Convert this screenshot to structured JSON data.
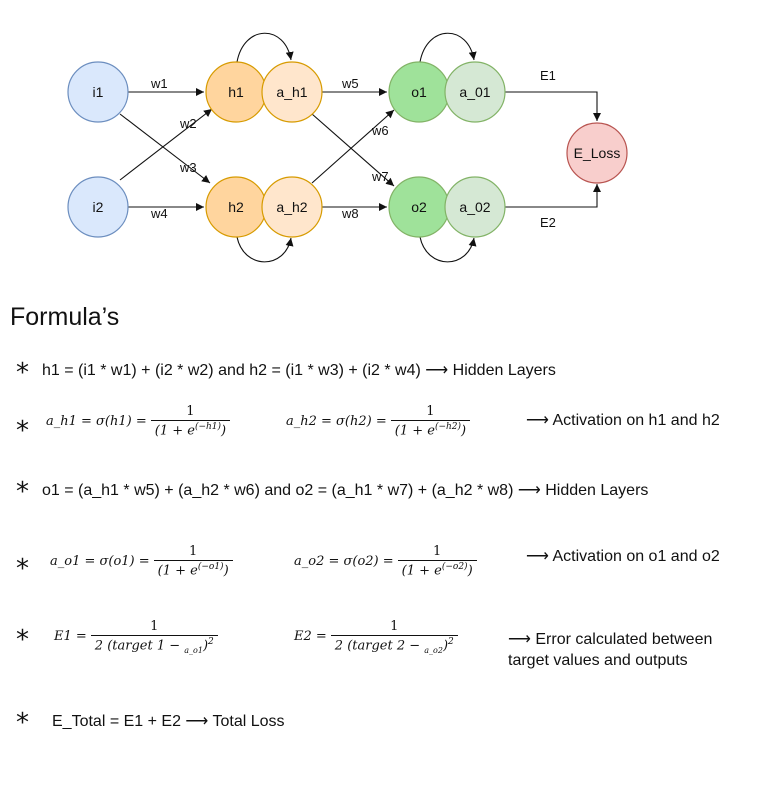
{
  "diagram": {
    "nodes": {
      "i1": "i1",
      "i2": "i2",
      "h1": "h1",
      "a_h1": "a_h1",
      "h2": "h2",
      "a_h2": "a_h2",
      "o1": "o1",
      "a_01": "a_01",
      "o2": "o2",
      "a_02": "a_02",
      "e_loss": "E_Loss"
    },
    "edges": {
      "w1": "w1",
      "w2": "w2",
      "w3": "w3",
      "w4": "w4",
      "w5": "w5",
      "w6": "w6",
      "w7": "w7",
      "w8": "w8",
      "e1": "E1",
      "e2": "E2"
    },
    "colors": {
      "input_fill": "#dae8fc",
      "input_stroke": "#6c8ebf",
      "hidden_fill": "#ffd59e",
      "hidden_act_fill": "#ffe6cc",
      "hidden_stroke": "#d79b00",
      "output_fill": "#9fe29a",
      "output_act_fill": "#d5e8d4",
      "output_stroke": "#82b366",
      "loss_fill": "#f8cecc",
      "loss_stroke": "#b85450"
    }
  },
  "heading": "Formula’s",
  "formulas": {
    "f1": {
      "bullet": "*",
      "text": "h1 = (i1 * w1) + (i2 * w2)  and   h2 = (i1 * w3) + (i2 * w4) ⟶ Hidden Layers"
    },
    "f2": {
      "bullet": "*",
      "lhs1": "a_h1 = σ(h1) =",
      "num1": "1",
      "den1_pre": "(1 + e",
      "den1_sup": "(−h1)",
      "den1_post": ")",
      "lhs2": "a_h2 = σ(h2) =",
      "num2": "1",
      "den2_pre": "(1 + e",
      "den2_sup": "(−h2)",
      "den2_post": ")",
      "note": "⟶ Activation on h1 and h2"
    },
    "f3": {
      "bullet": "*",
      "text": "o1 = (a_h1 * w5) + (a_h2 * w6)  and   o2 = (a_h1 * w7) + (a_h2 * w8)     ⟶ Hidden Layers"
    },
    "f4": {
      "bullet": "*",
      "lhs1": "a_o1 = σ(o1) =",
      "num1": "1",
      "den1_pre": "(1 + e",
      "den1_sup": "(−o1)",
      "den1_post": ")",
      "lhs2": "a_o2 = σ(o2) =",
      "num2": "1",
      "den2_pre": "(1 + e",
      "den2_sup": "(−o2)",
      "den2_post": ")",
      "note": "⟶ Activation on o1 and o2"
    },
    "f5": {
      "bullet": "*",
      "lhs1": "E1 =",
      "num1": "1",
      "den1_pre": "2 (target 1 − ",
      "den1_sub": "a_o1",
      "den1_post": ")",
      "den1_sup": "2",
      "lhs2": "E2 =",
      "num2": "1",
      "den2_pre": "2 (target 2 − ",
      "den2_sub": "a_o2",
      "den2_post": ")",
      "den2_sup": "2",
      "note_line1": "⟶    Error calculated between",
      "note_line2": "target values and outputs"
    },
    "f6": {
      "bullet": "*",
      "text": "E_Total = E1 + E2  ⟶ Total Loss"
    }
  }
}
